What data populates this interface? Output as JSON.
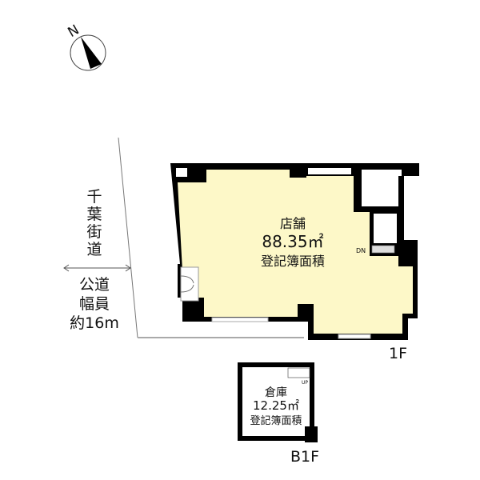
{
  "compass": {
    "label": "N",
    "icon": "north-arrow-icon"
  },
  "road": {
    "name_vertical": [
      "千",
      "葉",
      "街",
      "道"
    ],
    "type_lines": [
      "公道",
      "幅員",
      "約16m"
    ],
    "width_arrow_icon": "double-arrow-icon"
  },
  "floor_1f": {
    "floor_label": "1F",
    "room_name": "店舗",
    "area": "88.35㎡",
    "area_note": "登記簿面積",
    "stair_label": "DN"
  },
  "floor_b1f": {
    "floor_label": "B1F",
    "room_name": "倉庫",
    "area": "12.25㎡",
    "area_note": "登記簿面積",
    "stair_label": "UP"
  },
  "colors": {
    "floor_fill": "#fdf8c8",
    "wall": "#000000",
    "road_line": "#888888",
    "window_frame": "#bbbbbb"
  }
}
